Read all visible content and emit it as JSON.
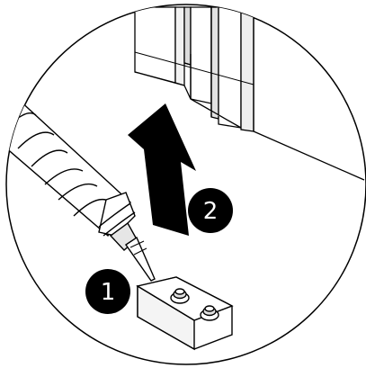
{
  "figure": {
    "kind": "instruction-illustration",
    "frame": "circular-detail-view",
    "colors": {
      "line": "#000000",
      "background": "#ffffff",
      "badge": "#000000",
      "badge_text": "#ffffff",
      "light_fill": "#e6e6e6"
    }
  },
  "steps": [
    {
      "number": "1"
    },
    {
      "number": "2"
    }
  ],
  "arrow": {
    "direction": "up"
  },
  "icons": [
    "syringe-icon",
    "droplet-icon",
    "arrow-up-icon",
    "grease-fitting-block-icon"
  ]
}
